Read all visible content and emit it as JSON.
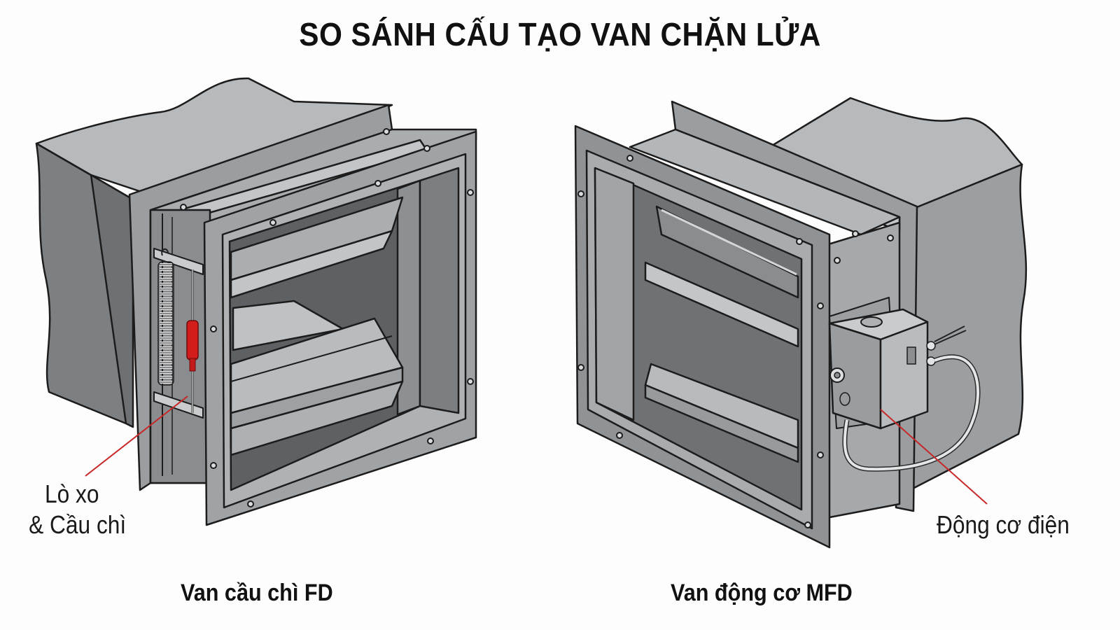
{
  "title": "SO SÁNH CẤU TẠO VAN CHẶN LỬA",
  "left": {
    "caption": "Van cầu chì FD",
    "callout_line1": "Lò xo",
    "callout_line2": "& Cầu chì",
    "components": [
      "duct",
      "flange-frame",
      "damper-blades",
      "spring",
      "fusible-link"
    ]
  },
  "right": {
    "caption": "Van động cơ MFD",
    "callout": "Động cơ điện",
    "components": [
      "duct",
      "flange-frame",
      "damper-blades",
      "actuator-motor-box",
      "cable"
    ]
  },
  "colors": {
    "background": "#fdfdfd",
    "metal_light": "#b4b8bb",
    "metal_mid": "#8f9396",
    "metal_dark": "#6c6f72",
    "outline": "#1c1c1c",
    "fuse_red": "#d31c1c",
    "leader_line": "#c62828"
  }
}
